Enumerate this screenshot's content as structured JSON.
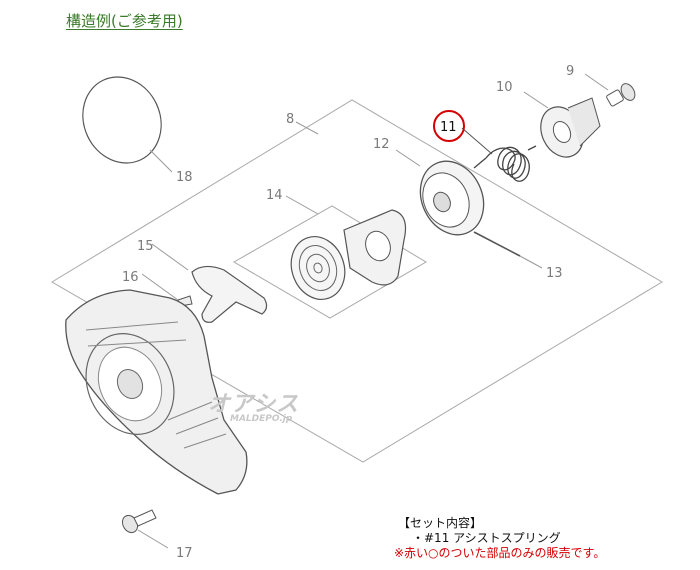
{
  "title": "構造例(ご参考用)",
  "callouts": {
    "p8": "8",
    "p9": "9",
    "p10": "10",
    "p11": "11",
    "p12": "12",
    "p13": "13",
    "p14": "14",
    "p15": "15",
    "p16": "16",
    "p17": "17",
    "p18": "18"
  },
  "set_contents": {
    "heading": "【セット内容】",
    "item": "・#11 アシストスプリング",
    "note": "※赤い○のついた部品のみの販売です。"
  },
  "watermark": {
    "main": "オアシス",
    "sub": "MALDEPO.jp"
  },
  "colors": {
    "title": "#3a7a2a",
    "highlight_circle": "#d40000",
    "note_text": "#d40000"
  }
}
